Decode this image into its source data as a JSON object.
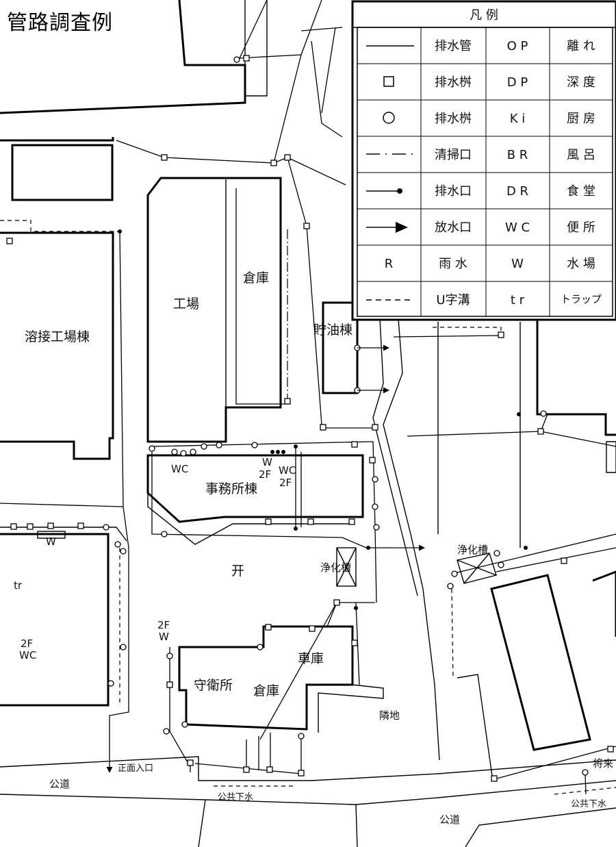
{
  "title": "管路調査例",
  "legend": {
    "heading": "凡 例",
    "rows": [
      {
        "symbol": "solid-line",
        "name": "排水管",
        "abbr": "O P",
        "meaning": "離 れ"
      },
      {
        "symbol": "square",
        "name": "排水桝",
        "abbr": "D P",
        "meaning": "深 度"
      },
      {
        "symbol": "circle",
        "name": "排水桝",
        "abbr": "K i",
        "meaning": "厨 房"
      },
      {
        "symbol": "dash-dot-line",
        "name": "清掃口",
        "abbr": "B R",
        "meaning": "風 呂"
      },
      {
        "symbol": "line-with-dot",
        "name": "排水口",
        "abbr": "D R",
        "meaning": "食 堂"
      },
      {
        "symbol": "line-with-arrow",
        "name": "放水口",
        "abbr": "W C",
        "meaning": "便 所"
      },
      {
        "symbol": "R",
        "name": "雨 水",
        "abbr": "W",
        "meaning": "水 場"
      },
      {
        "symbol": "dashed-line",
        "name": "U字溝",
        "abbr": "t r",
        "meaning": "トラップ"
      }
    ]
  },
  "labels": {
    "factory": "工場",
    "warehouse_top": "倉庫",
    "welding": "溶接工場棟",
    "oil_storage": "貯油棟",
    "office": "事務所棟",
    "septic_center": "浄化槽",
    "septic_right": "浄化槽",
    "guard": "守衛所",
    "warehouse_bottom": "倉庫",
    "garage": "車庫",
    "neighbor": "隣地",
    "main_entrance": "正面入口",
    "public_road_left": "公道",
    "public_road_right": "公道",
    "public_sewer_left": "公共下水",
    "public_sewer_right": "公共下水",
    "future": "将来",
    "wc": "WC",
    "wc_2f": "2F",
    "w": "W",
    "tr": "tr",
    "shrine": "开"
  }
}
